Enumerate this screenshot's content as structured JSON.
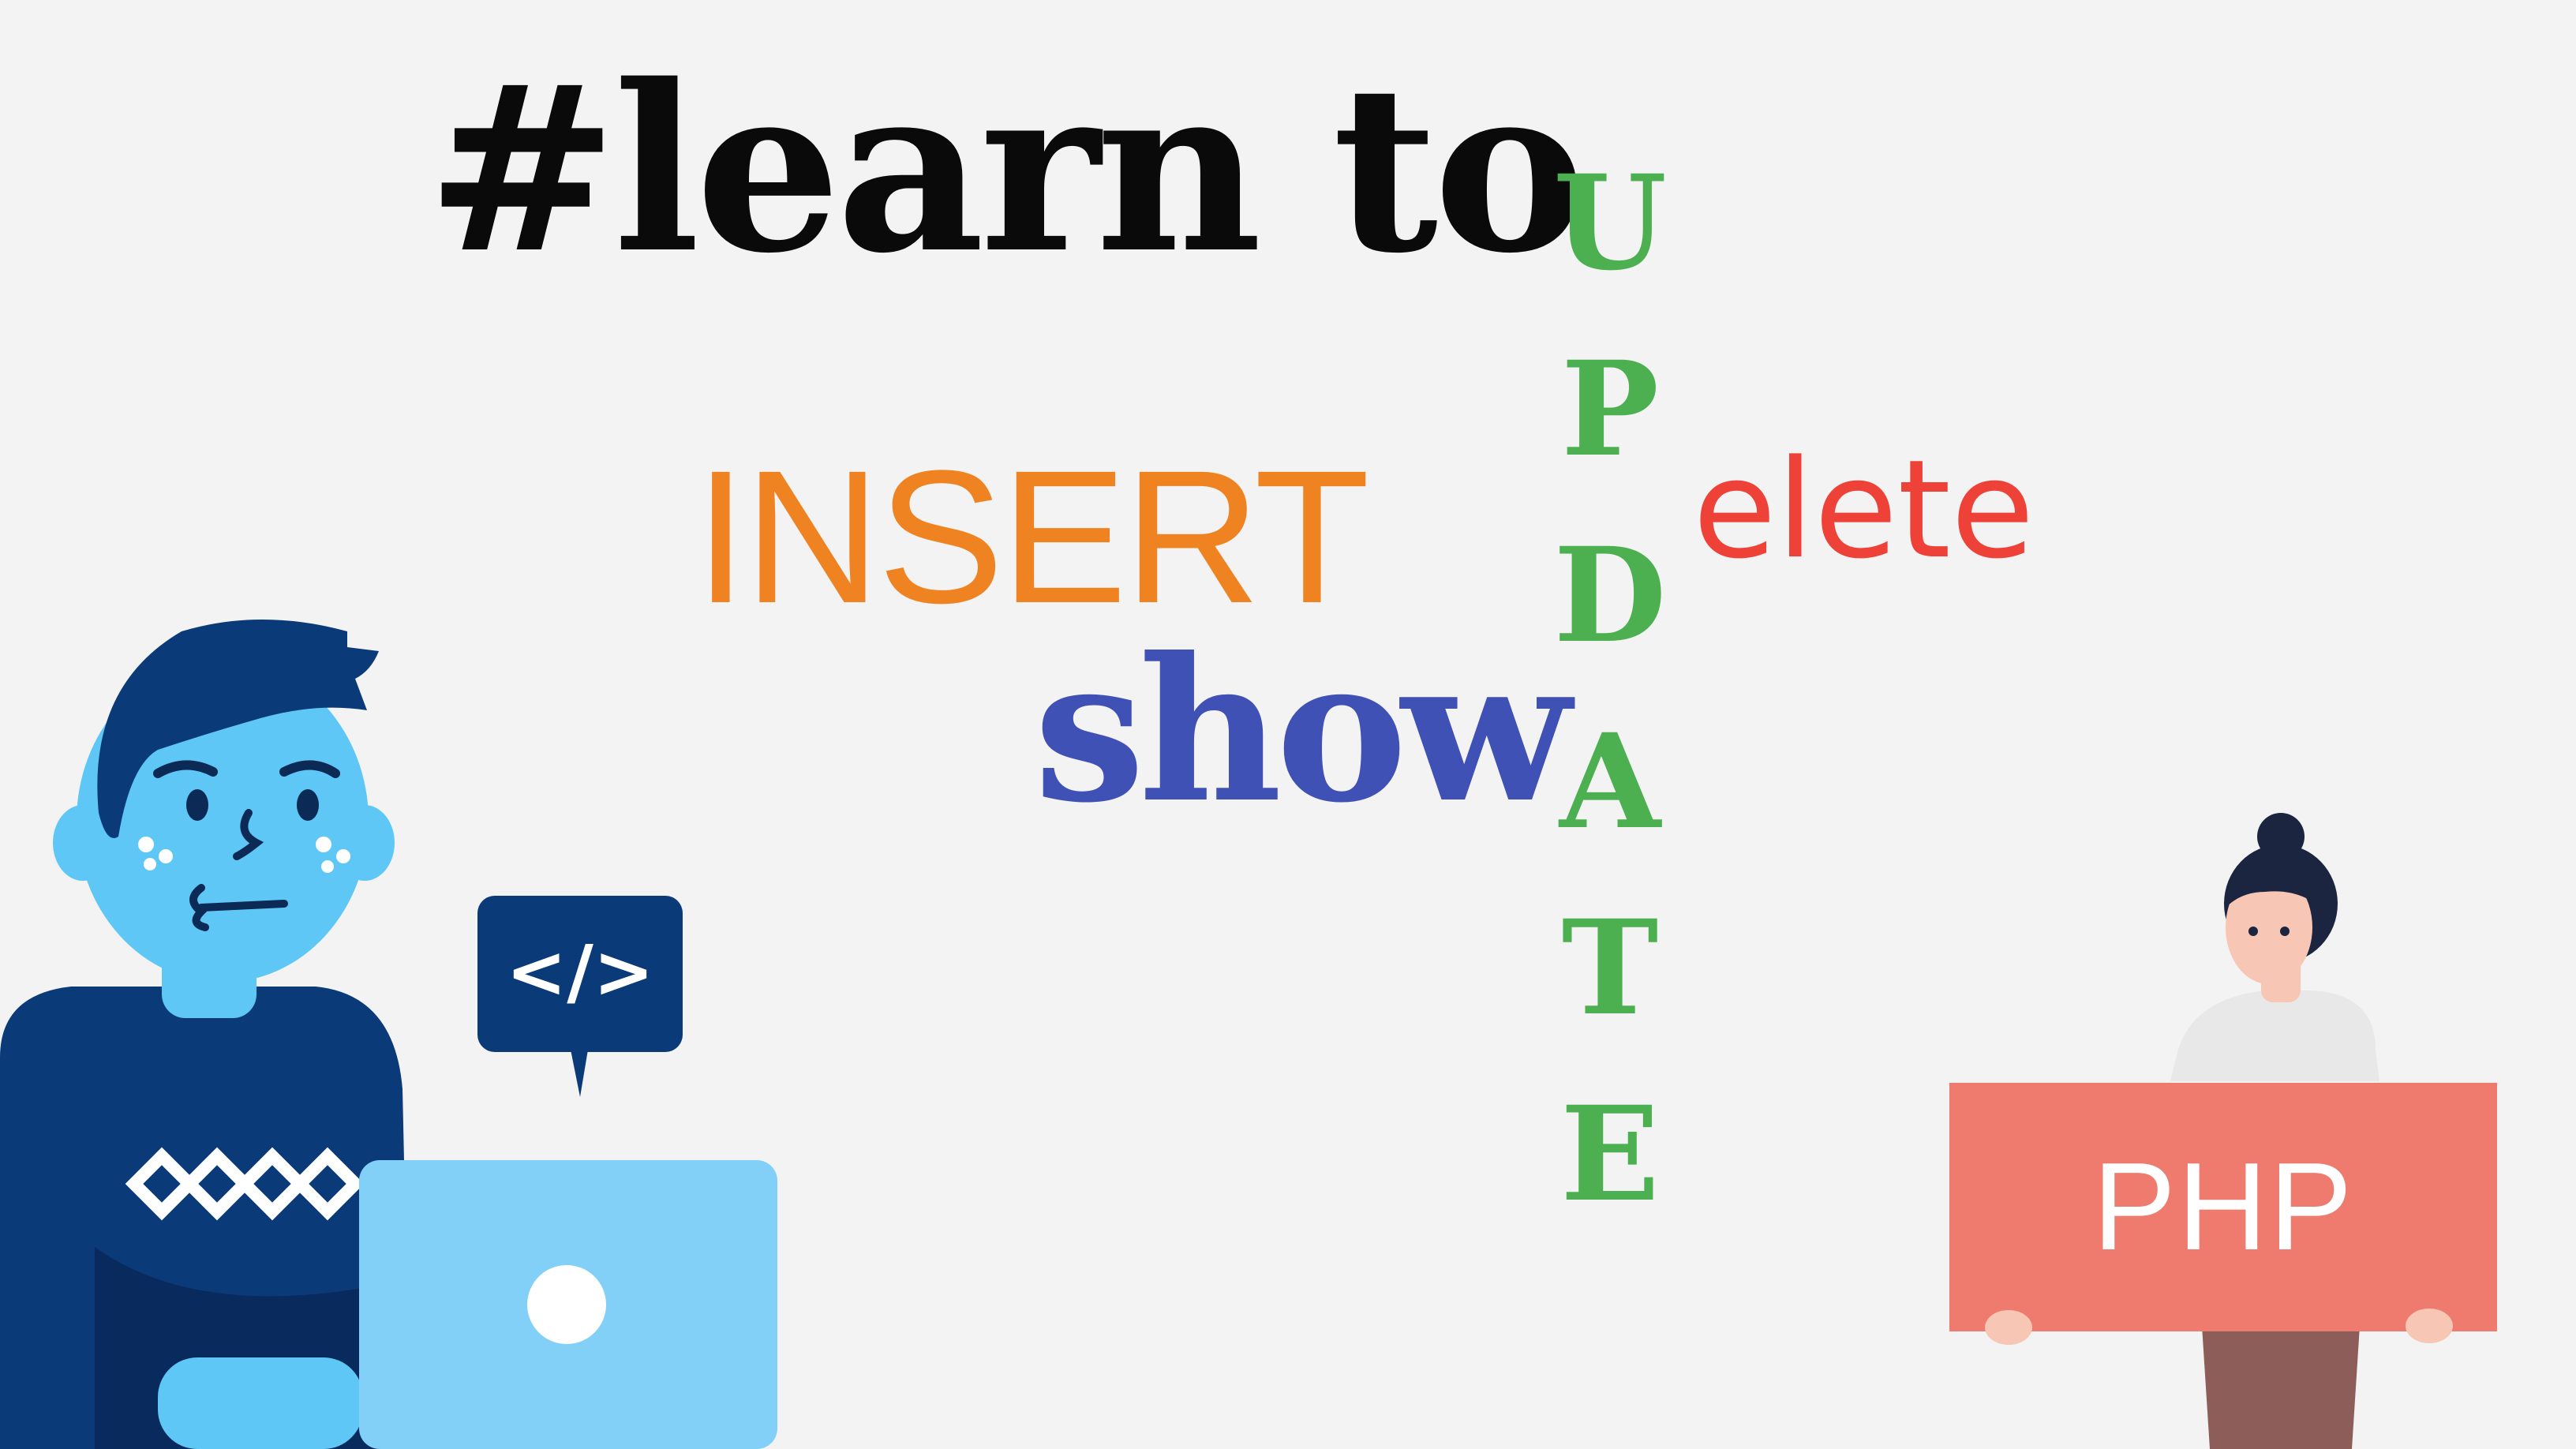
{
  "headline": "#learn to",
  "insert_word": "INSERT",
  "show_word": "show",
  "update_letters": [
    "U",
    "P",
    "D",
    "A",
    "T",
    "E"
  ],
  "delete_word": "elete",
  "code_bubble_text": "</>",
  "sign_text": "PHP",
  "colors": {
    "background": "#f3f3f3",
    "headline": "#0a0a0a",
    "insert": "#f08321",
    "show": "#3f51b5",
    "update": "#4caf50",
    "delete": "#ee4238",
    "sign": "#ef7b6f"
  }
}
